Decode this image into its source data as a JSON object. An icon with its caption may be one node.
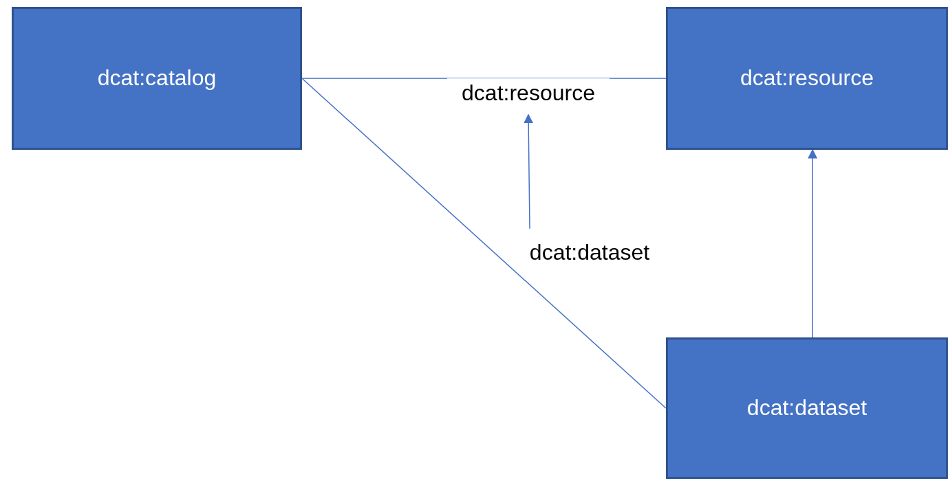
{
  "diagram": {
    "nodes": [
      {
        "text": [
          "dcat:catalog"
        ]
      },
      {
        "text": [
          "dcat:resource"
        ]
      },
      {
        "text": [
          "dcat:dataset"
        ]
      },
      {
        "text": [
          "dcat:resource"
        ]
      },
      {
        "text": [
          "dcat:dataset"
        ]
      }
    ],
    "edges": [
      {
        "from": 0,
        "to": 1,
        "arrow": "none"
      },
      {
        "from": 0,
        "to": 2,
        "arrow": "none"
      },
      {
        "from": 2,
        "to": 1,
        "arrow": "to"
      },
      {
        "from": 4,
        "to": 3,
        "arrow": "to"
      }
    ]
  }
}
